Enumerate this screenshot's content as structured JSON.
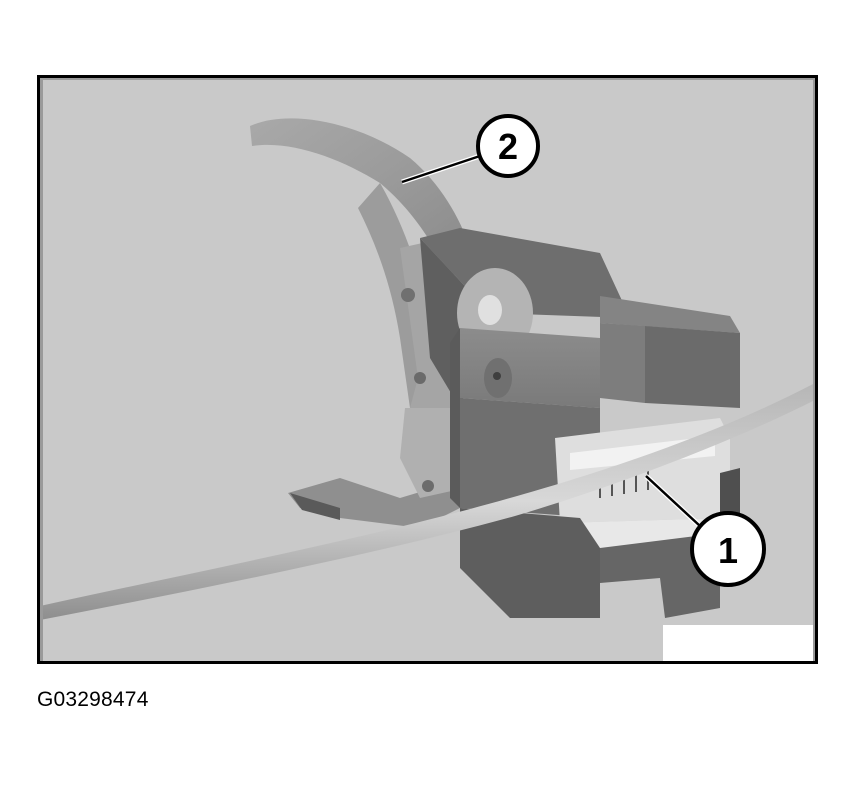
{
  "figure": {
    "description": "Grayscale photo of crimping tool (pliers) with connector housing and cable",
    "background_color": "#c9c9c9",
    "border_color": "#000000",
    "callouts": [
      {
        "number": "1",
        "target": "connector-housing-with-contacts"
      },
      {
        "number": "2",
        "target": "crimping-pliers"
      }
    ]
  },
  "caption": {
    "figure_id": "G03298474"
  }
}
